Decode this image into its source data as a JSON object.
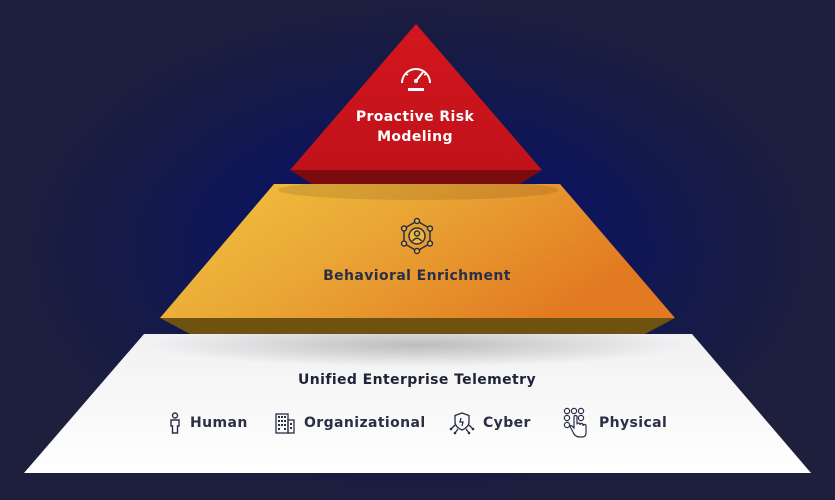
{
  "diagram": {
    "tiers": [
      {
        "id": "top",
        "label_lines": [
          "Proactive Risk",
          "Modeling"
        ],
        "icon": "speedometer-icon",
        "color": "#c8141c"
      },
      {
        "id": "middle",
        "label": "Behavioral Enrichment",
        "icon": "user-network-icon",
        "color": "#e8a52e"
      },
      {
        "id": "base",
        "label": "Unified Enterprise Telemetry",
        "color": "#ffffff",
        "categories": [
          {
            "label": "Human",
            "icon": "person-icon"
          },
          {
            "label": "Organizational",
            "icon": "building-icon"
          },
          {
            "label": "Cyber",
            "icon": "shield-circuit-icon"
          },
          {
            "label": "Physical",
            "icon": "touch-grid-icon"
          }
        ]
      }
    ]
  }
}
